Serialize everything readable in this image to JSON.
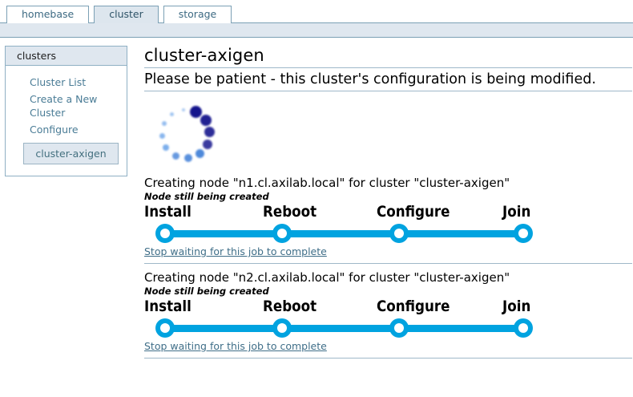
{
  "tabs": [
    {
      "label": "homebase",
      "active": false
    },
    {
      "label": "cluster",
      "active": true
    },
    {
      "label": "storage",
      "active": false
    }
  ],
  "sidebar": {
    "header": "clusters",
    "items": [
      {
        "label": "Cluster List",
        "selected": false
      },
      {
        "label": "Create a New Cluster",
        "selected": false
      },
      {
        "label": "Configure",
        "selected": false
      },
      {
        "label": "cluster-axigen",
        "selected": true
      }
    ]
  },
  "main": {
    "title": "cluster-axigen",
    "wait_message": "Please be patient - this cluster's configuration is being modified.",
    "spinner_name": "loading-spinner",
    "jobs": [
      {
        "title": "Creating node \"n1.cl.axilab.local\" for cluster \"cluster-axigen\"",
        "status": "Node still being created",
        "steps": [
          "Install",
          "Reboot",
          "Configure",
          "Join"
        ],
        "stop_link": "Stop waiting for this job to complete"
      },
      {
        "title": "Creating node \"n2.cl.axilab.local\" for cluster \"cluster-axigen\"",
        "status": "Node still being created",
        "steps": [
          "Install",
          "Reboot",
          "Configure",
          "Join"
        ],
        "stop_link": "Stop waiting for this job to complete"
      }
    ]
  },
  "colors": {
    "accent_blue": "#00a3e0",
    "tab_border": "#7ba0b5",
    "tab_active_bg": "#dde6ee",
    "panel_bg": "#dfe7ef",
    "link": "#3f6e88",
    "spinner_dark": "#14148c"
  }
}
